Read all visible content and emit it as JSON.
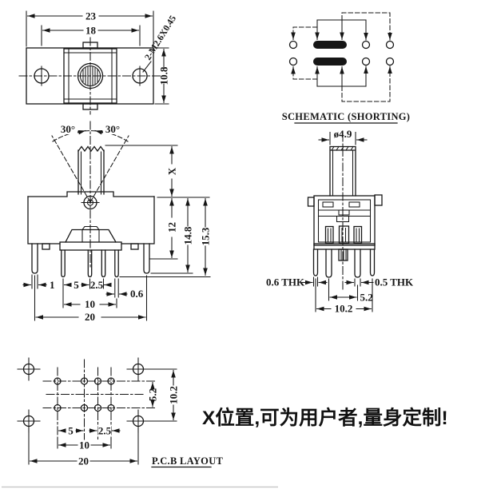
{
  "views": {
    "top_view": {
      "dim_width_outer": "23",
      "dim_hole_spacing": "18",
      "dim_height": "10.8",
      "thread_callout": "2-M2.6X0.45"
    },
    "schematic": {
      "title": "SCHEMATIC (SHORTING)"
    },
    "front_view": {
      "dim_angle_left": "30°",
      "dim_angle_right": "30°",
      "dim_travel": "X",
      "dim_body_height": "12",
      "dim_height_to_standoff": "14.8",
      "dim_height_overall": "15.3",
      "dim_standoff_width": "1",
      "dim_pin_pitch_a": "5",
      "dim_pin_pitch_b": "2.5",
      "dim_pin_width": "0.6",
      "dim_pin_span": "10",
      "dim_bracket_span": "20"
    },
    "side_view": {
      "dim_actuator_dia": "ø4.9",
      "dim_bracket_thickness": "0.6 THK",
      "dim_pin_thickness": "0.5 THK",
      "dim_pin_spacing": "5.2",
      "dim_bracket_spacing": "10.2"
    },
    "pcb_layout": {
      "title": "P.C.B LAYOUT",
      "dim_row_spacing": "5.2",
      "dim_mount_row_spacing": "10.2",
      "dim_pitch_a": "5",
      "dim_pitch_b": "2.5",
      "dim_pin_span": "10",
      "dim_mount_span": "20"
    }
  },
  "note": {
    "text": "X位置,可为用户者,量身定制!"
  },
  "colors": {
    "line": "#161616",
    "background": "#ffffff"
  }
}
